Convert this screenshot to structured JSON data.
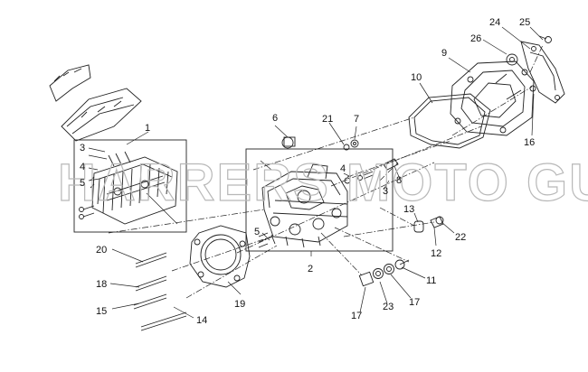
{
  "watermark": "HARRERS MOTO GUZZI ©",
  "callouts": {
    "c1": "1",
    "c2": "2",
    "c3a": "3",
    "c3b": "3",
    "c4a": "4",
    "c4b": "4",
    "c5a": "5",
    "c5b": "5",
    "c6": "6",
    "c7": "7",
    "c8": "8",
    "c9": "9",
    "c10": "10",
    "c11": "11",
    "c12": "12",
    "c13": "13",
    "c14": "14",
    "c15": "15",
    "c16": "16",
    "c17a": "17",
    "c17b": "17",
    "c18": "18",
    "c19": "19",
    "c20": "20",
    "c21": "21",
    "c22": "22",
    "c23": "23",
    "c24": "24",
    "c25": "25",
    "c26": "26"
  }
}
